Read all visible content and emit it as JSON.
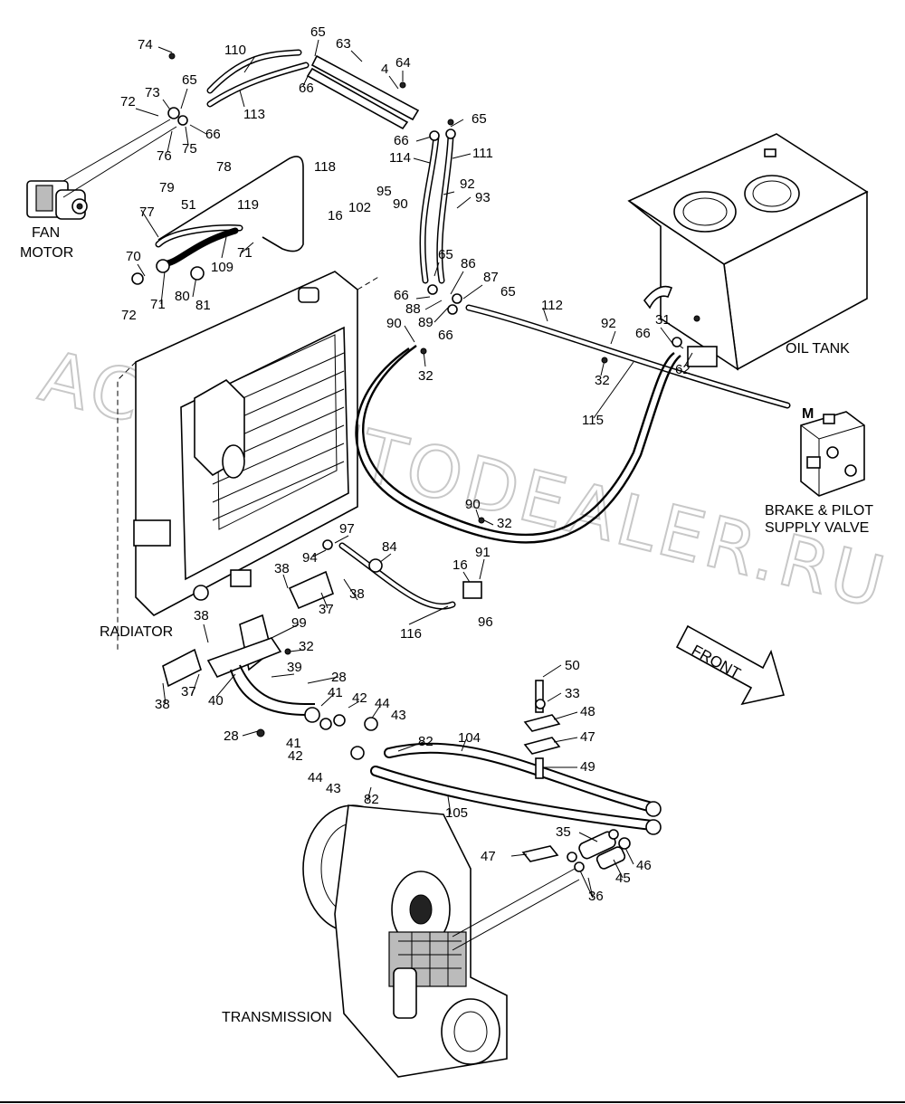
{
  "watermark": "ACAT AUTODEALER.RU",
  "captions": {
    "fan_motor": [
      "FAN",
      "MOTOR"
    ],
    "oil_tank": "OIL TANK",
    "radiator": "RADIATOR",
    "brake_valve": [
      "BRAKE & PILOT",
      "SUPPLY VALVE"
    ],
    "transmission": "TRANSMISSION",
    "port_m": "M",
    "front": "FRONT"
  },
  "part_labels": [
    "74",
    "110",
    "65",
    "63",
    "4",
    "64",
    "72",
    "73",
    "65",
    "113",
    "66",
    "76",
    "75",
    "66",
    "78",
    "79",
    "51",
    "118",
    "119",
    "16",
    "102",
    "65",
    "66",
    "114",
    "111",
    "95",
    "92",
    "90",
    "93",
    "77",
    "70",
    "109",
    "71",
    "71",
    "80",
    "81",
    "72",
    "65",
    "86",
    "87",
    "66",
    "88",
    "89",
    "66",
    "65",
    "112",
    "92",
    "31",
    "66",
    "62",
    "90",
    "32",
    "32",
    "115",
    "90",
    "32",
    "97",
    "94",
    "84",
    "91",
    "16",
    "96",
    "116",
    "38",
    "38",
    "37",
    "99",
    "32",
    "38",
    "28",
    "39",
    "40",
    "37",
    "38",
    "41",
    "42",
    "44",
    "43",
    "41",
    "42",
    "82",
    "104",
    "44",
    "43",
    "82",
    "105",
    "28",
    "50",
    "33",
    "48",
    "47",
    "49",
    "47",
    "35",
    "46",
    "45",
    "36"
  ]
}
